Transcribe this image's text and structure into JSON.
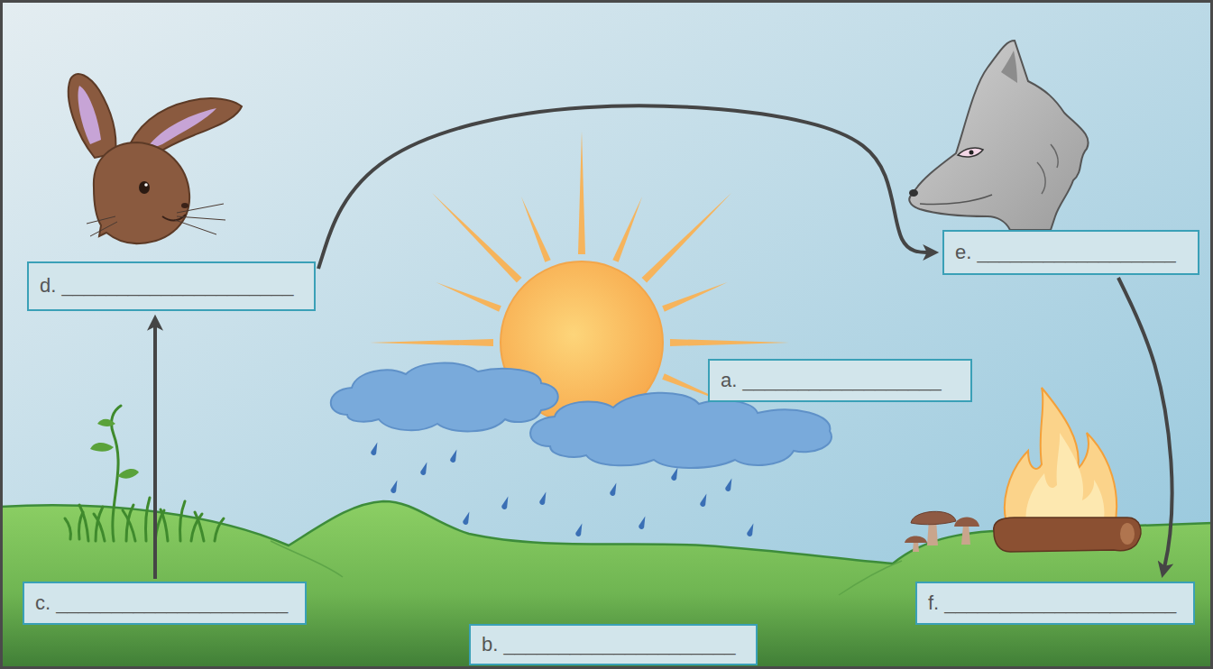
{
  "diagram": {
    "nodes": [
      {
        "text": [
          "d. _____________________"
        ]
      },
      {
        "text": [
          "e. __________________"
        ]
      },
      {
        "text": [
          "a. __________________"
        ]
      },
      {
        "text": [
          "c. _____________________"
        ]
      },
      {
        "text": [
          "b. _____________________"
        ]
      },
      {
        "text": [
          "f. _____________________"
        ]
      }
    ],
    "edges": [
      {
        "from": 3,
        "to": 0,
        "arrow": "to"
      },
      {
        "from": 0,
        "to": 1,
        "arrow": "to"
      },
      {
        "from": 1,
        "to": 5,
        "arrow": "to"
      }
    ]
  }
}
